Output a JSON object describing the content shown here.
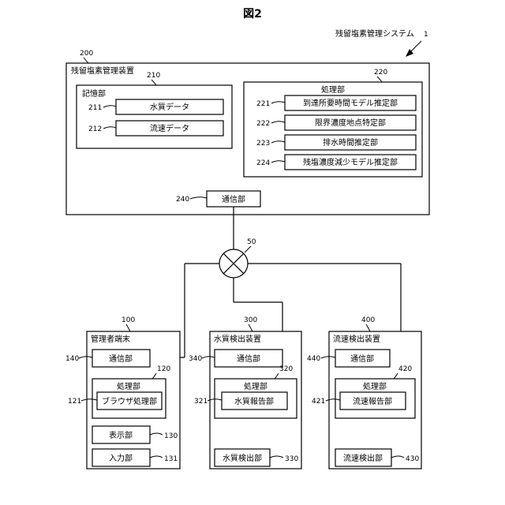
{
  "figure_title": "図2",
  "system": {
    "label": "残留塩素管理システム",
    "ref": "1"
  },
  "management_device": {
    "ref": "200",
    "label": "残留塩素管理装置",
    "storage": {
      "ref": "210",
      "label": "記憶部",
      "items": [
        {
          "ref": "211",
          "label": "水質データ"
        },
        {
          "ref": "212",
          "label": "流速データ"
        }
      ]
    },
    "processing": {
      "ref": "220",
      "label": "処理部",
      "items": [
        {
          "ref": "221",
          "label": "到達所要時間モデル推定部"
        },
        {
          "ref": "222",
          "label": "限界濃度地点特定部"
        },
        {
          "ref": "223",
          "label": "排水時間推定部"
        },
        {
          "ref": "224",
          "label": "残塩濃度減少モデル推定部"
        }
      ]
    },
    "comm": {
      "ref": "240",
      "label": "通信部"
    }
  },
  "network": {
    "ref": "50"
  },
  "admin_terminal": {
    "ref": "100",
    "label": "管理者端末",
    "comm": {
      "ref": "140",
      "label": "通信部"
    },
    "processing": {
      "ref": "120",
      "label": "処理部",
      "item": {
        "ref": "121",
        "label": "ブラウザ処理部"
      }
    },
    "display": {
      "ref": "130",
      "label": "表示部"
    },
    "input": {
      "ref": "131",
      "label": "入力部"
    }
  },
  "quality_device": {
    "ref": "300",
    "label": "水質検出装置",
    "comm": {
      "ref": "340",
      "label": "通信部"
    },
    "processing": {
      "ref": "320",
      "label": "処理部",
      "item": {
        "ref": "321",
        "label": "水質報告部"
      }
    },
    "detector": {
      "ref": "330",
      "label": "水質検出部"
    }
  },
  "flow_device": {
    "ref": "400",
    "label": "流速検出装置",
    "comm": {
      "ref": "440",
      "label": "通信部"
    },
    "processing": {
      "ref": "420",
      "label": "処理部",
      "item": {
        "ref": "421",
        "label": "流速報告部"
      }
    },
    "detector": {
      "ref": "430",
      "label": "流速検出部"
    }
  }
}
